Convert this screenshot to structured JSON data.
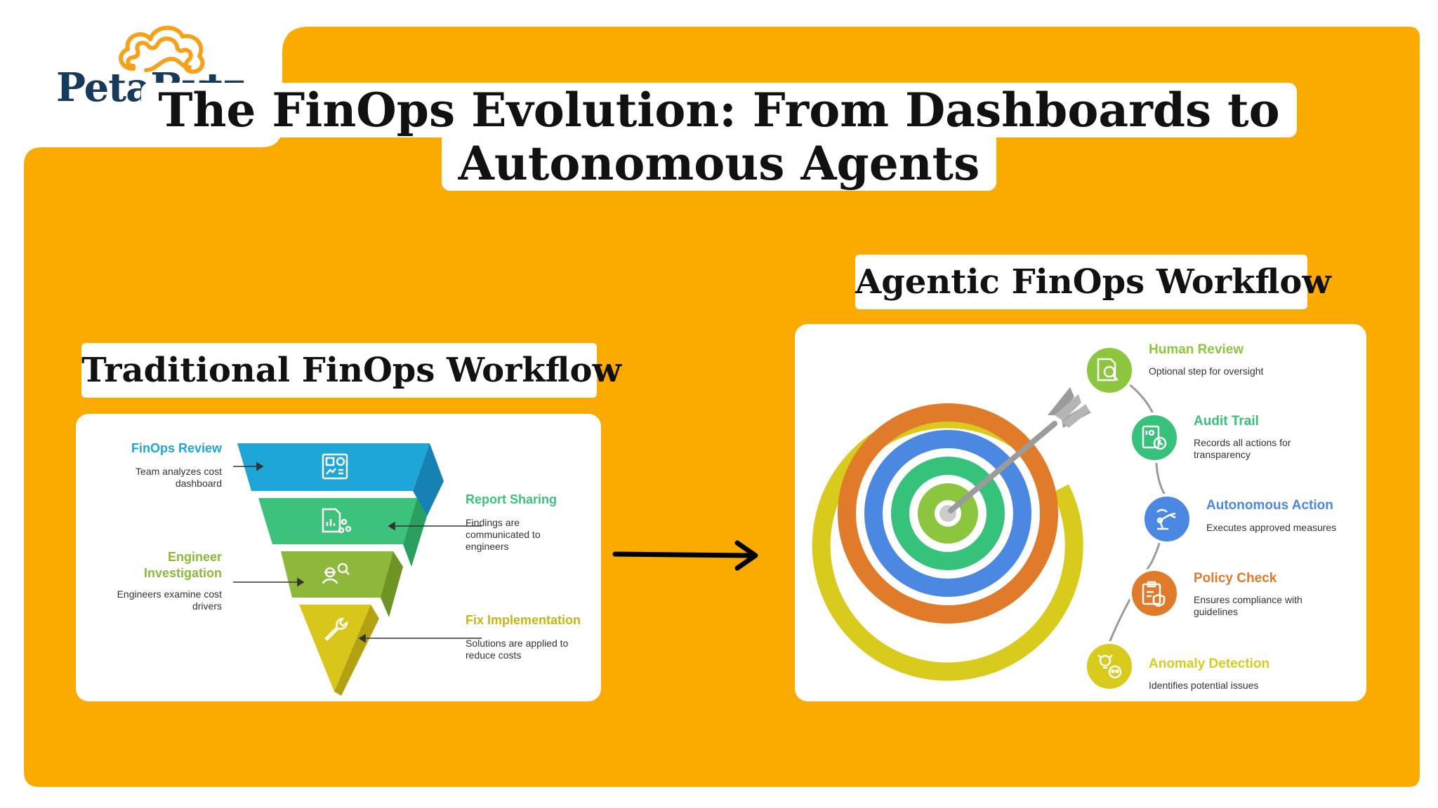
{
  "brand": {
    "name": "PetaBytz"
  },
  "title": {
    "line1": "The FinOps Evolution: From Dashboards to",
    "line2": "Autonomous Agents"
  },
  "traditional": {
    "heading": "Traditional FinOps Workflow",
    "steps": [
      {
        "title": "FinOps Review",
        "desc1": "Team analyzes cost",
        "desc2": "dashboard",
        "desc3": "",
        "icon": "dashboard-icon"
      },
      {
        "title": "Report Sharing",
        "desc1": "Findings are",
        "desc2": "communicated to",
        "desc3": "engineers",
        "icon": "report-share-icon"
      },
      {
        "title": "Engineer",
        "title2": "Investigation",
        "desc1": "Engineers examine cost",
        "desc2": "drivers",
        "desc3": "",
        "icon": "engineer-search-icon"
      },
      {
        "title": "Fix Implementation",
        "desc1": "Solutions are applied to",
        "desc2": "reduce costs",
        "desc3": "",
        "icon": "wrench-icon"
      }
    ]
  },
  "agentic": {
    "heading": "Agentic FinOps Workflow",
    "steps": [
      {
        "title": "Human Review",
        "desc1": "Optional step for oversight",
        "desc2": "",
        "icon": "document-search-icon"
      },
      {
        "title": "Audit Trail",
        "desc1": "Records all actions for",
        "desc2": "transparency",
        "icon": "binary-clock-icon"
      },
      {
        "title": "Autonomous Action",
        "desc1": "Executes approved measures",
        "desc2": "",
        "icon": "robot-arm-icon"
      },
      {
        "title": "Policy Check",
        "desc1": "Ensures compliance with",
        "desc2": "guidelines",
        "icon": "clipboard-shield-icon"
      },
      {
        "title": "Anomaly Detection",
        "desc1": "Identifies potential issues",
        "desc2": "",
        "icon": "bulb-skull-icon"
      }
    ]
  },
  "colors": {
    "orange_bg": "#fbab00",
    "navy": "#163a5c",
    "blue": "#1ea6d8",
    "green": "#3cc27a",
    "olive": "#8db83a",
    "yellow": "#d8c61a",
    "agent_green": "#8cc63f",
    "agent_teal": "#37c27c",
    "agent_blue": "#4b88e2",
    "agent_orange": "#e07b2a",
    "agent_yellow": "#d9cb1d"
  }
}
